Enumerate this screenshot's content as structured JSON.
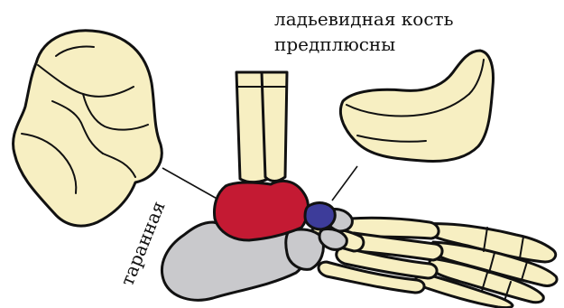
{
  "labels": {
    "navicular_line1": "ладьевидная кость",
    "navicular_line2": "предплюсны",
    "talus": "таранная"
  },
  "colors": {
    "bone_fill": "#f7efc2",
    "talus_highlight": "#c41a33",
    "navicular_highlight": "#3d3c9a",
    "hindfoot_grey": "#c9c9cc",
    "outline": "#111111"
  }
}
